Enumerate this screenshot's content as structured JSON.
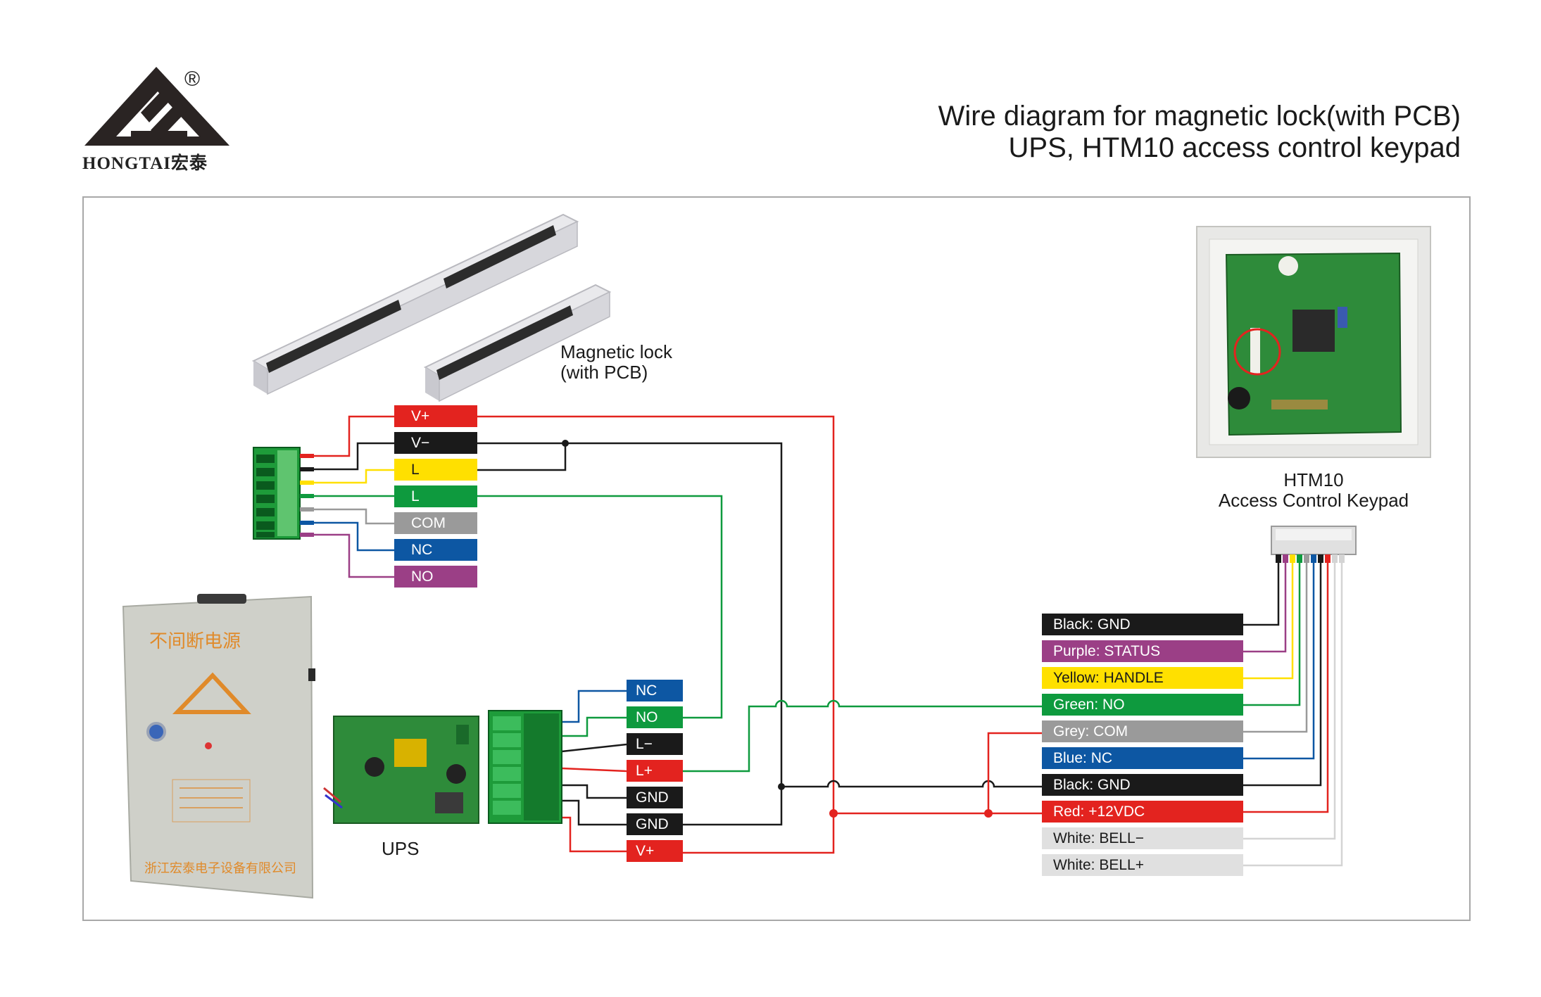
{
  "header": {
    "title_line1": "Wire diagram for magnetic lock(with PCB)",
    "title_line2": "UPS, HTM10 access control keypad"
  },
  "brand": {
    "name": "HONGTAI宏泰",
    "registered_mark": "®"
  },
  "devices": {
    "maglock_label_line1": "Magnetic lock",
    "maglock_label_line2": "(with PCB)",
    "keypad_label_line1": "HTM10",
    "keypad_label_line2": "Access Control Keypad",
    "ups_label": "UPS",
    "ups_box_text": "不间断电源",
    "ups_box_company": "浙江宏泰电子设备有限公司"
  },
  "maglock_terminals": [
    {
      "label": "V+",
      "color": "#e3231f"
    },
    {
      "label": "V−",
      "color": "#1a1a1a"
    },
    {
      "label": "L",
      "color": "#ffe000"
    },
    {
      "label": "L",
      "color": "#0e9a3e"
    },
    {
      "label": "COM",
      "color": "#9a9a9a"
    },
    {
      "label": "NC",
      "color": "#0d57a3"
    },
    {
      "label": "NO",
      "color": "#9b3f86"
    }
  ],
  "ups_terminals": [
    {
      "label": "NC",
      "color": "#0d57a3"
    },
    {
      "label": "NO",
      "color": "#0e9a3e"
    },
    {
      "label": "L−",
      "color": "#1a1a1a"
    },
    {
      "label": "L+",
      "color": "#e3231f"
    },
    {
      "label": "GND",
      "color": "#1a1a1a"
    },
    {
      "label": "GND",
      "color": "#1a1a1a"
    },
    {
      "label": "V+",
      "color": "#e3231f"
    }
  ],
  "keypad_wires": [
    {
      "label": "Black: GND",
      "color": "#1a1a1a"
    },
    {
      "label": "Purple: STATUS",
      "color": "#9b3f86"
    },
    {
      "label": "Yellow: HANDLE",
      "color": "#ffe000"
    },
    {
      "label": "Green: NO",
      "color": "#0e9a3e"
    },
    {
      "label": "Grey: COM",
      "color": "#9a9a9a"
    },
    {
      "label": "Blue: NC",
      "color": "#0d57a3"
    },
    {
      "label": "Black: GND",
      "color": "#1a1a1a"
    },
    {
      "label": "Red: +12VDC",
      "color": "#e3231f"
    },
    {
      "label": "White: BELL−",
      "color": "#e0e0e0"
    },
    {
      "label": "White: BELL+",
      "color": "#e0e0e0"
    }
  ],
  "colors": {
    "red": "#e3231f",
    "black": "#1a1a1a",
    "green": "#0e9a3e",
    "blue": "#0d57a3",
    "purple": "#9b3f86",
    "yellow": "#ffe000",
    "grey": "#9a9a9a",
    "white": "#e0e0e0",
    "frame": "#a8a8a8",
    "terminal_green": "#1e9b3a",
    "pcb_green": "#2e8b3a"
  }
}
